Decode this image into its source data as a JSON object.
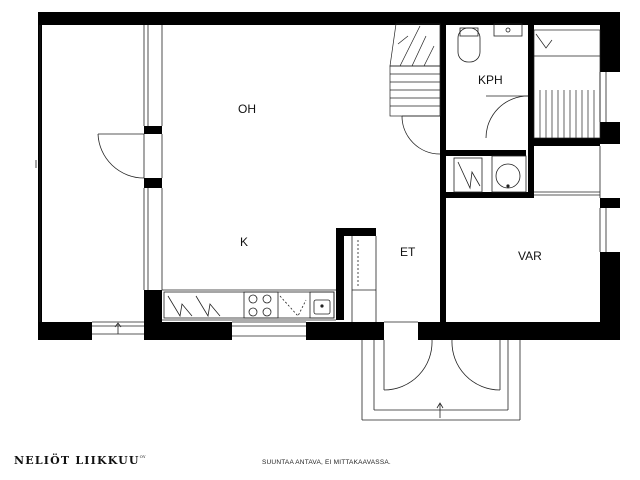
{
  "rooms": {
    "oh": "OH",
    "k": "K",
    "kph": "KPH",
    "et": "ET",
    "var": "VAR"
  },
  "footer": {
    "brand": "NELIÖT LIIKKUU",
    "brand_mark": "OY",
    "note": "SUUNTAA ANTAVA, EI MITTAKAAVASSA."
  },
  "colors": {
    "wall": "#000000",
    "line": "#222222",
    "background": "#ffffff"
  }
}
